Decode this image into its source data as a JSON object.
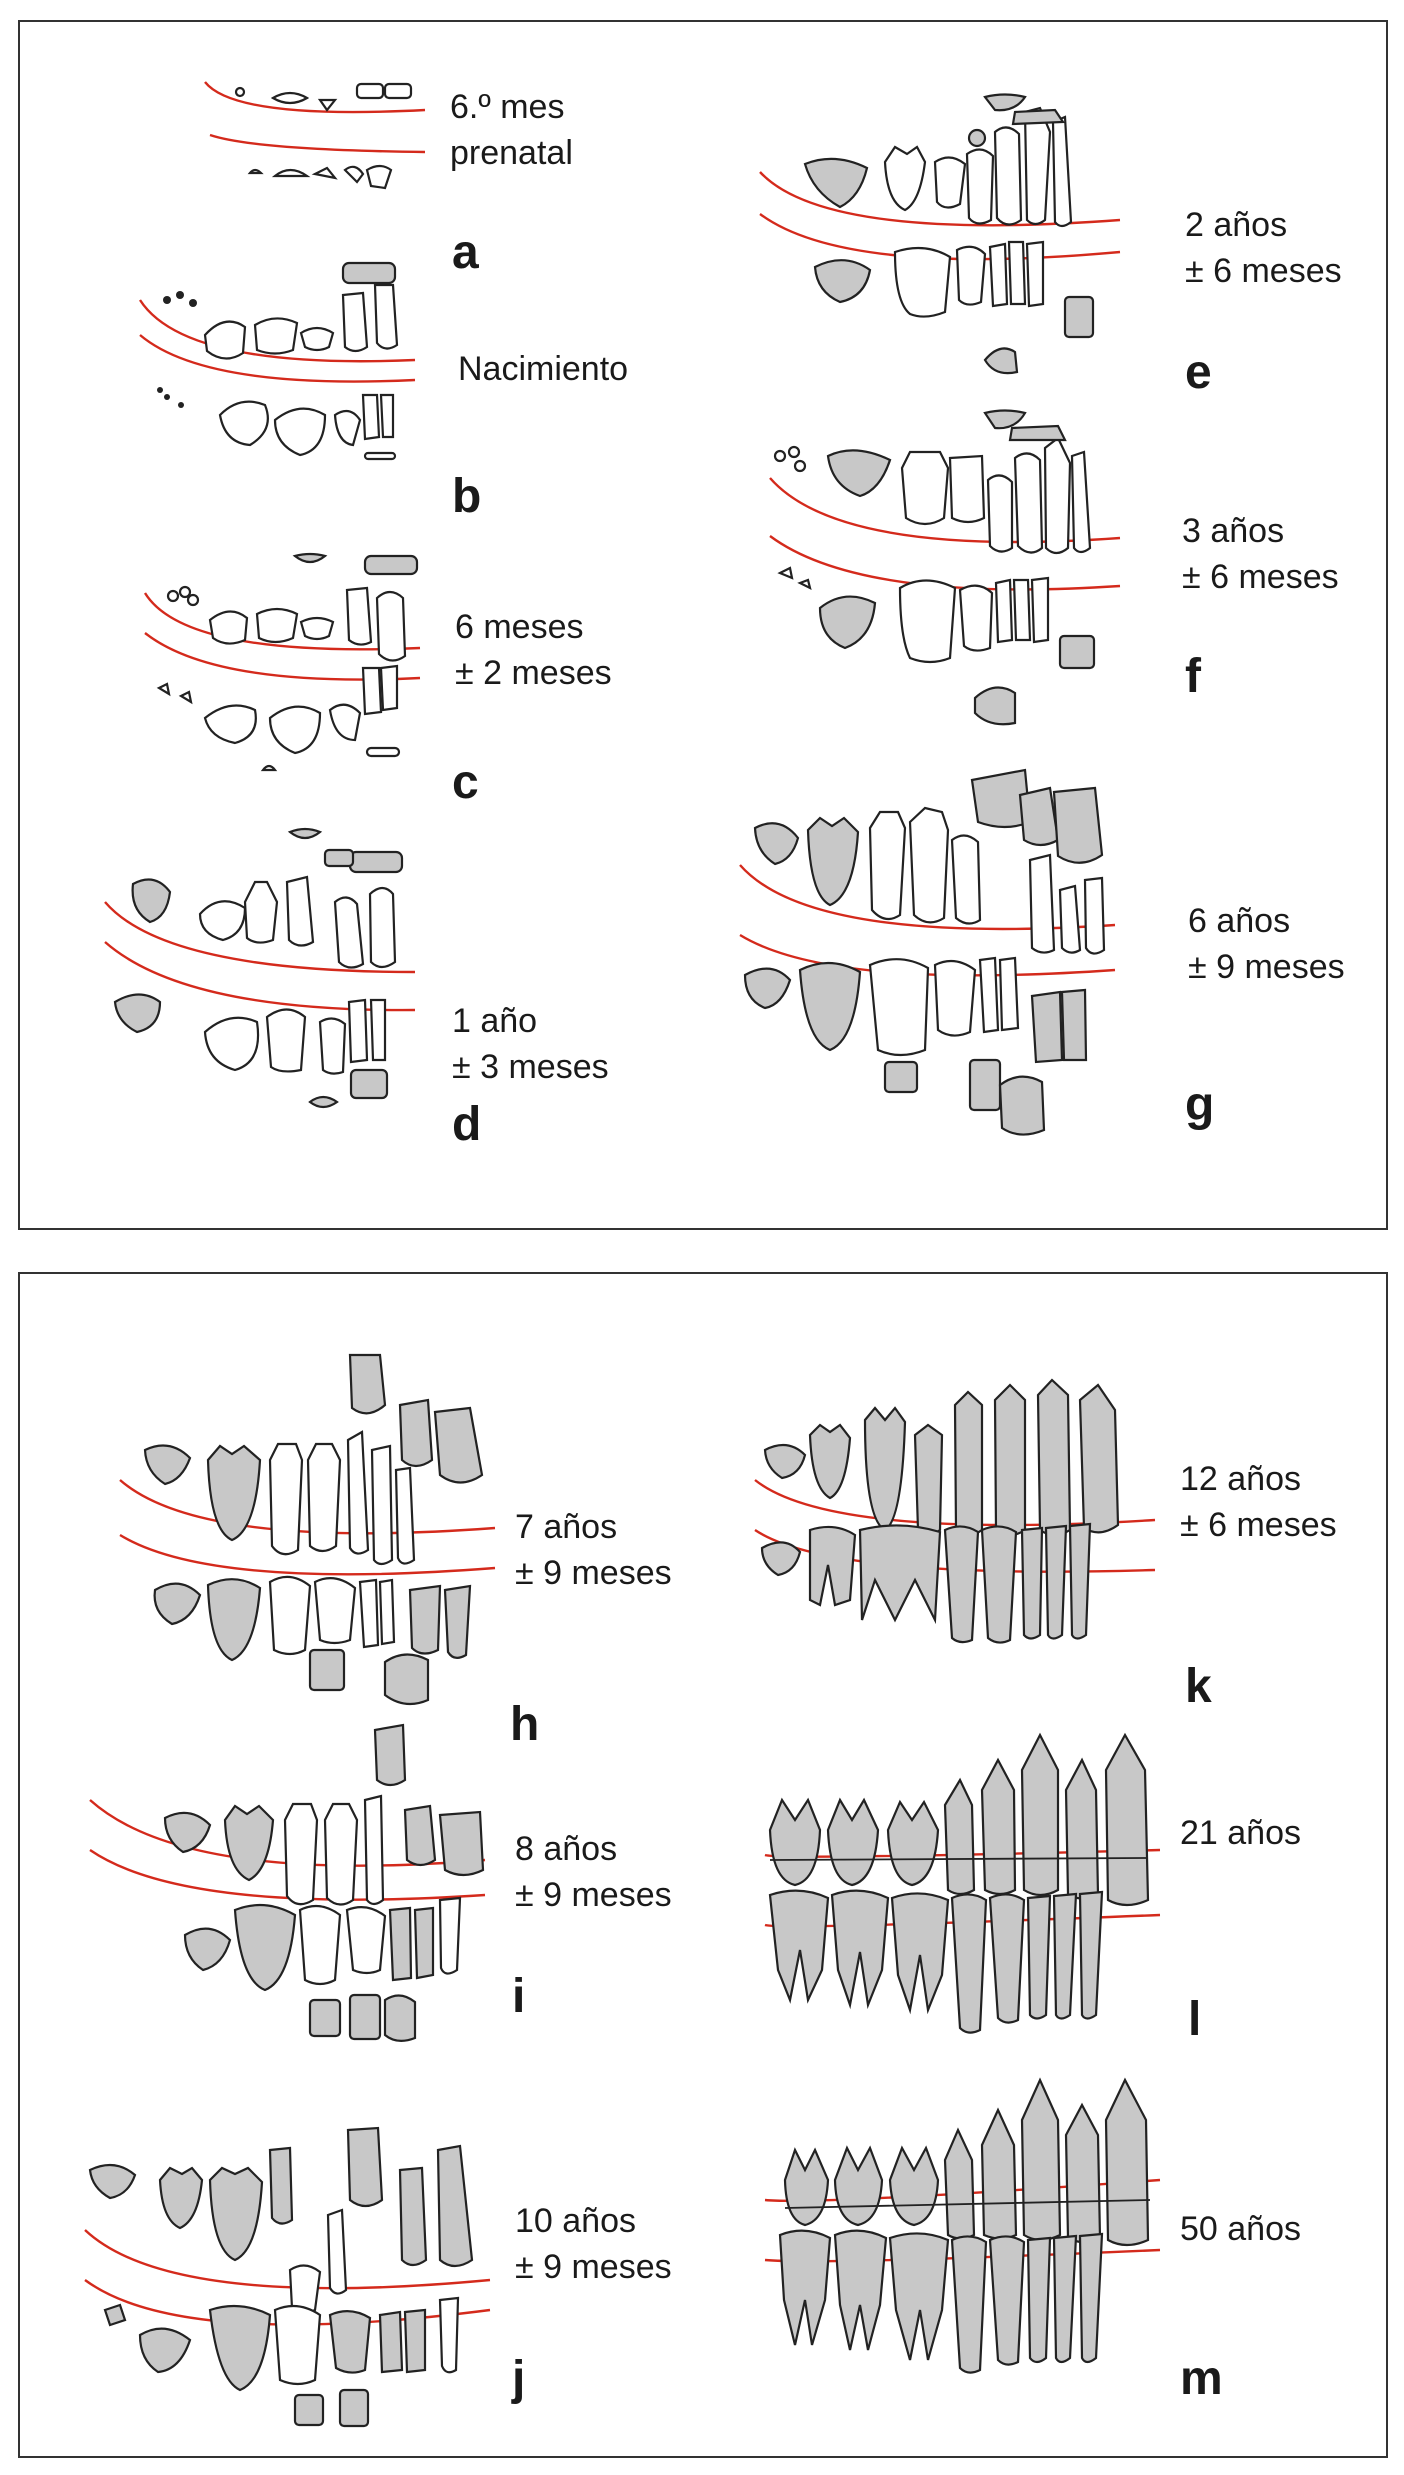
{
  "colors": {
    "gumline": "#d42a1c",
    "permanent_tooth": "#c8c8c8",
    "deciduous_tooth": "#ffffff",
    "outline": "#222222"
  },
  "stages": [
    {
      "id": "a",
      "letter": "a",
      "caption": [
        "6.º mes",
        "prenatal"
      ],
      "panel": "top"
    },
    {
      "id": "b",
      "letter": "b",
      "caption": [
        "Nacimiento"
      ],
      "panel": "top"
    },
    {
      "id": "c",
      "letter": "c",
      "caption": [
        "6 meses",
        "± 2 meses"
      ],
      "panel": "top"
    },
    {
      "id": "d",
      "letter": "d",
      "caption": [
        "1 año",
        "± 3 meses"
      ],
      "panel": "top"
    },
    {
      "id": "e",
      "letter": "e",
      "caption": [
        "2 años",
        "± 6 meses"
      ],
      "panel": "top"
    },
    {
      "id": "f",
      "letter": "f",
      "caption": [
        "3 años",
        "± 6 meses"
      ],
      "panel": "top"
    },
    {
      "id": "g",
      "letter": "g",
      "caption": [
        "6 años",
        "± 9 meses"
      ],
      "panel": "top"
    },
    {
      "id": "h",
      "letter": "h",
      "caption": [
        "7 años",
        "± 9 meses"
      ],
      "panel": "bottom"
    },
    {
      "id": "i",
      "letter": "i",
      "caption": [
        "8 años",
        "± 9 meses"
      ],
      "panel": "bottom"
    },
    {
      "id": "j",
      "letter": "j",
      "caption": [
        "10 años",
        "± 9 meses"
      ],
      "panel": "bottom"
    },
    {
      "id": "k",
      "letter": "k",
      "caption": [
        "12 años",
        "± 6 meses"
      ],
      "panel": "bottom"
    },
    {
      "id": "l",
      "letter": "l",
      "caption": [
        "21 años"
      ],
      "panel": "bottom"
    },
    {
      "id": "m",
      "letter": "m",
      "caption": [
        "50 años"
      ],
      "panel": "bottom"
    }
  ]
}
